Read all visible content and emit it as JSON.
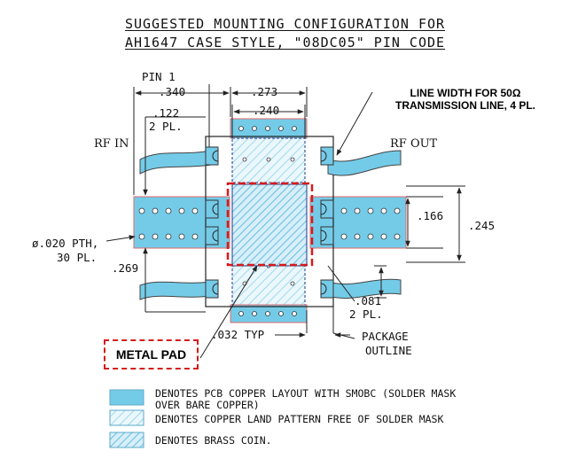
{
  "title": {
    "line1": "SUGGESTED MOUNTING CONFIGURATION FOR",
    "line2": "AH1647 CASE STYLE, \"08DC05\" PIN CODE"
  },
  "labels": {
    "pin1": "PIN 1",
    "dim_340": ".340",
    "dim_273": ".273",
    "dim_240": ".240",
    "dim_122": ".122",
    "dim_122_note": "2 PL.",
    "rf_in": "RF IN",
    "rf_out": "RF OUT",
    "line_width_note_1": "LINE WIDTH FOR 50Ω",
    "line_width_note_2": "TRANSMISSION LINE, 4 PL.",
    "dim_166": ".166",
    "dim_245": ".245",
    "pth_1": "ø.020 PTH,",
    "pth_2": "30 PL.",
    "dim_269": ".269",
    "dim_081": ".081",
    "dim_081_note": "2 PL.",
    "dim_032": ".032 TYP",
    "package_1": "PACKAGE",
    "package_2": "OUTLINE",
    "metal_pad": "METAL PAD"
  },
  "legend": [
    {
      "swatch": "solid-blue",
      "text_1": "DENOTES PCB COPPER LAYOUT WITH SMOBC (SOLDER MASK",
      "text_2": "OVER BARE COPPER)"
    },
    {
      "swatch": "light-hatch",
      "text_1": "DENOTES COPPER LAND PATTERN FREE OF SOLDER MASK",
      "text_2": ""
    },
    {
      "swatch": "dense-hatch",
      "text_1": "DENOTES BRASS COIN.",
      "text_2": ""
    }
  ],
  "colors": {
    "copper": "#74cbe8",
    "copper_edge": "#e06a6a",
    "hatch": "#9fd7ee",
    "highlight": "#d51b1b",
    "line": "#222222"
  }
}
